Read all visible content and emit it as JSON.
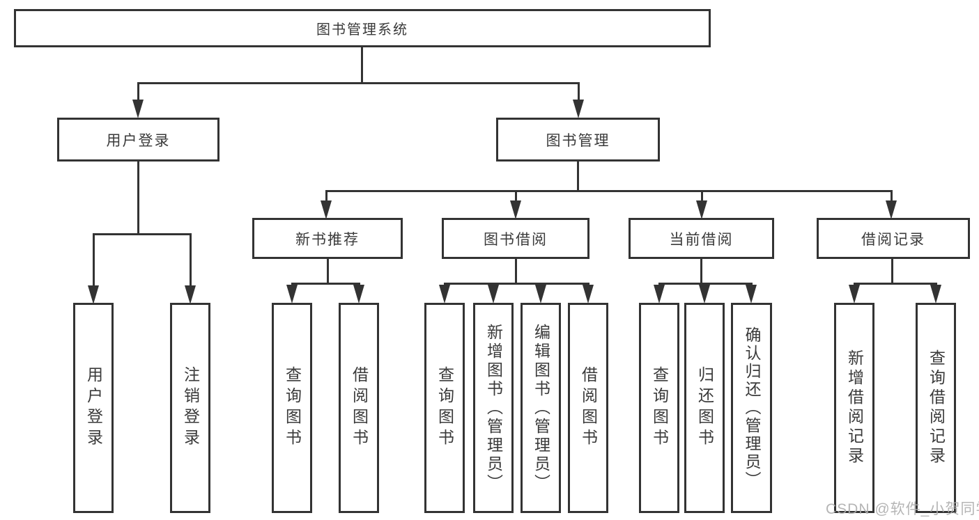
{
  "diagram": {
    "type": "tree",
    "title": "图书管理系统",
    "nodes": {
      "root": {
        "label": "图书管理系统"
      },
      "user_login": {
        "label": "用户登录"
      },
      "book_mgmt": {
        "label": "图书管理"
      },
      "new_book_rec": {
        "label": "新书推荐"
      },
      "book_borrow": {
        "label": "图书借阅"
      },
      "current_borrow": {
        "label": "当前借阅"
      },
      "borrow_records": {
        "label": "借阅记录"
      },
      "leaf_user_login": {
        "label": "用户登录"
      },
      "leaf_logout": {
        "label": "注销登录"
      },
      "leaf_query_book_rec": {
        "label": "查询图书"
      },
      "leaf_borrow_book_rec": {
        "label": "借阅图书"
      },
      "leaf_query_book_borrow": {
        "label": "查询图书"
      },
      "leaf_add_book_admin": {
        "label": "新增图书（管理员）"
      },
      "leaf_edit_book_admin": {
        "label": "编辑图书（管理员）"
      },
      "leaf_borrow_book_borrow": {
        "label": "借阅图书"
      },
      "leaf_query_book_current": {
        "label": "查询图书"
      },
      "leaf_return_book": {
        "label": "归还图书"
      },
      "leaf_confirm_return_admin": {
        "label": "确认归还（管理员）"
      },
      "leaf_add_borrow_record": {
        "label": "新增借阅记录"
      },
      "leaf_query_borrow_record": {
        "label": "查询借阅记录"
      }
    },
    "edges": [
      [
        "root",
        "user_login"
      ],
      [
        "root",
        "book_mgmt"
      ],
      [
        "user_login",
        "leaf_user_login"
      ],
      [
        "user_login",
        "leaf_logout"
      ],
      [
        "book_mgmt",
        "new_book_rec"
      ],
      [
        "book_mgmt",
        "book_borrow"
      ],
      [
        "book_mgmt",
        "current_borrow"
      ],
      [
        "book_mgmt",
        "borrow_records"
      ],
      [
        "new_book_rec",
        "leaf_query_book_rec"
      ],
      [
        "new_book_rec",
        "leaf_borrow_book_rec"
      ],
      [
        "book_borrow",
        "leaf_query_book_borrow"
      ],
      [
        "book_borrow",
        "leaf_add_book_admin"
      ],
      [
        "book_borrow",
        "leaf_edit_book_admin"
      ],
      [
        "book_borrow",
        "leaf_borrow_book_borrow"
      ],
      [
        "current_borrow",
        "leaf_query_book_current"
      ],
      [
        "current_borrow",
        "leaf_return_book"
      ],
      [
        "current_borrow",
        "leaf_confirm_return_admin"
      ],
      [
        "borrow_records",
        "leaf_add_borrow_record"
      ],
      [
        "borrow_records",
        "leaf_query_borrow_record"
      ]
    ],
    "colors": {
      "line": "#333333",
      "box_border": "#333333",
      "text": "#3a3a3a",
      "background": "#ffffff",
      "watermark": "#adadad"
    }
  },
  "watermark": {
    "text": "CSDN @软件_小贺同学"
  }
}
